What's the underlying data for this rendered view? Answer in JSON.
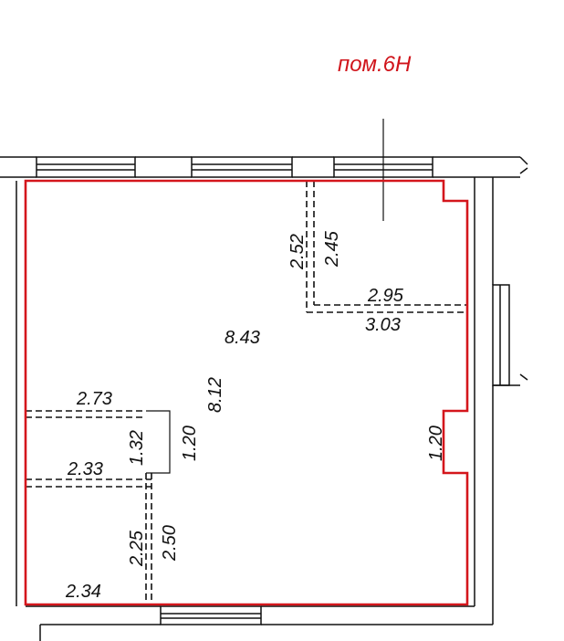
{
  "title": "пом.6Н",
  "dimensions": {
    "total_area": "8.43",
    "room_length": "8.12",
    "top_right_vertical_a": "2.52",
    "top_right_vertical_b": "2.45",
    "top_right_horizontal_a": "2.95",
    "top_right_horizontal_b": "3.03",
    "right_niche": "1.20",
    "left_upper_width": "2.73",
    "left_upper_height": "1.32",
    "left_column": "1.20",
    "left_middle_width": "2.33",
    "left_lower_height_a": "2.25",
    "left_lower_height_b": "2.50",
    "left_bottom_width": "2.34"
  },
  "colors": {
    "boundary": "#d4161c",
    "title": "#d0141b",
    "lines": "#111111"
  }
}
